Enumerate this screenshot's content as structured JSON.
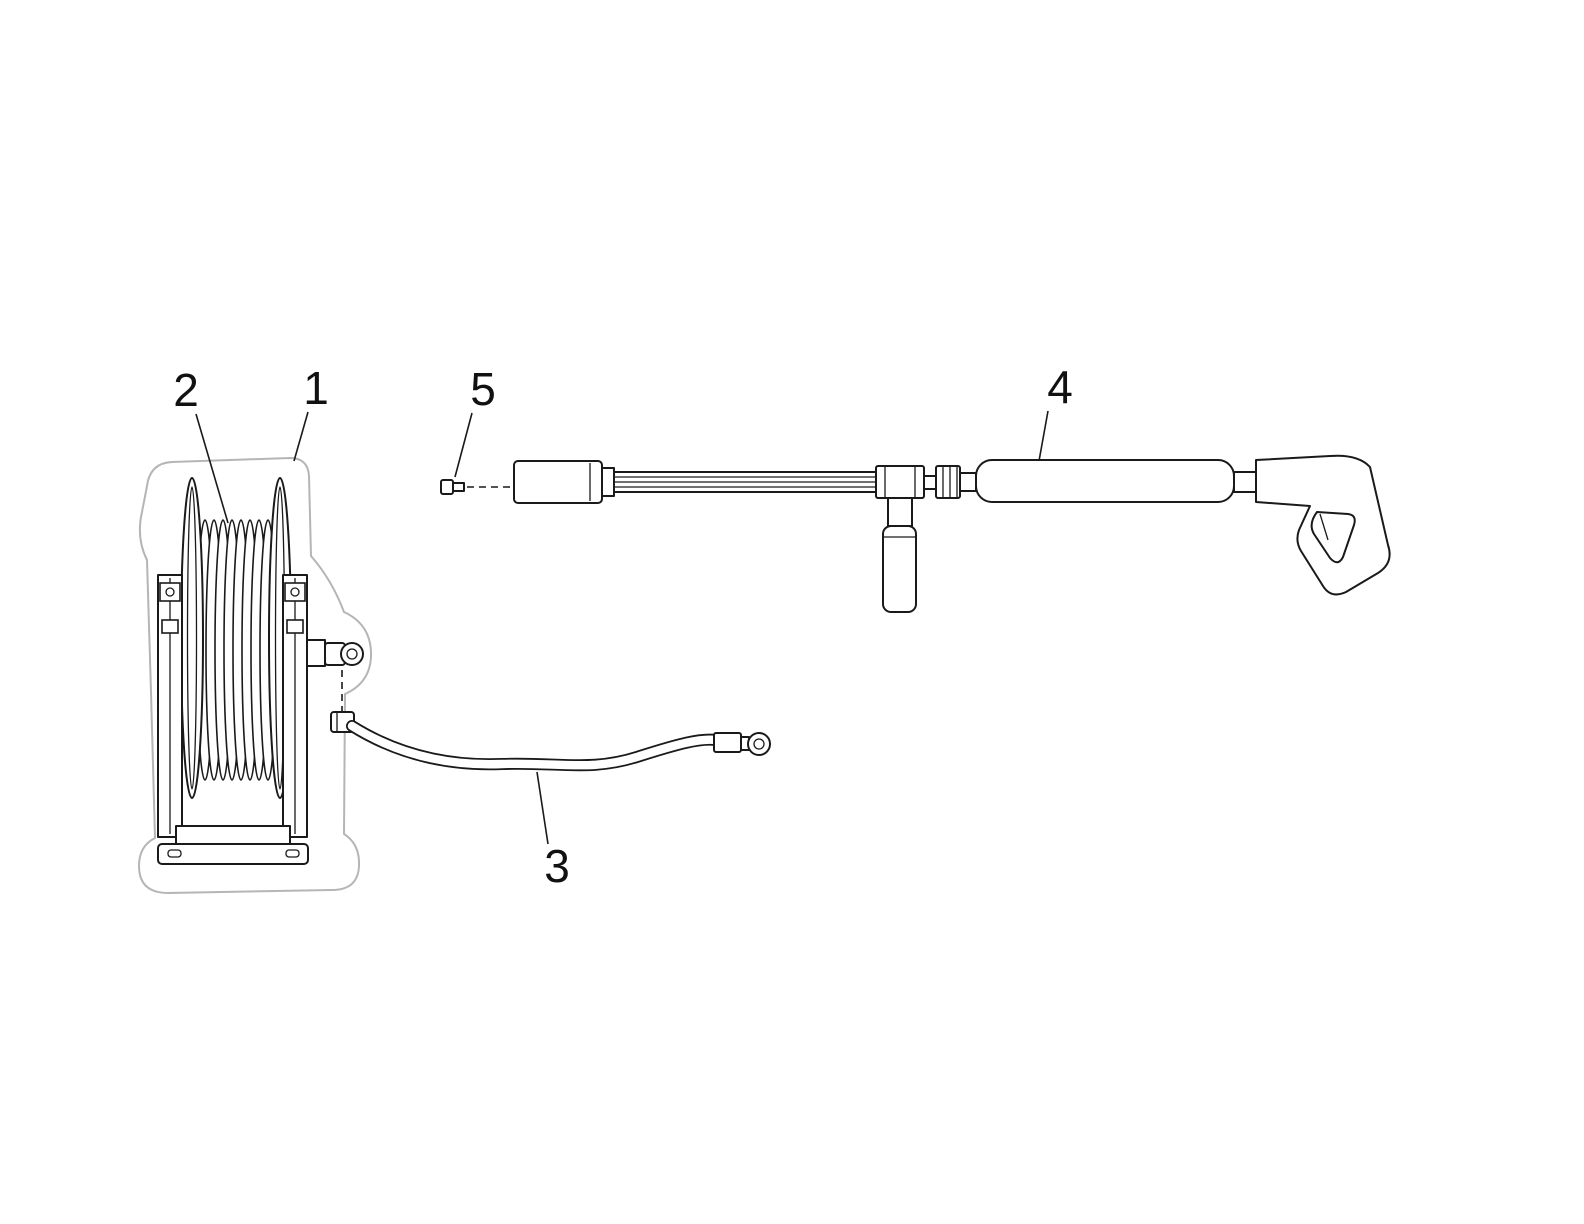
{
  "diagram": {
    "background_color": "#ffffff",
    "stroke_color": "#1a1a1a",
    "highlight_outline_color": "#b5b5b5",
    "callouts": [
      {
        "label": "1"
      },
      {
        "label": "2"
      },
      {
        "label": "3"
      },
      {
        "label": "4"
      },
      {
        "label": "5"
      }
    ]
  }
}
